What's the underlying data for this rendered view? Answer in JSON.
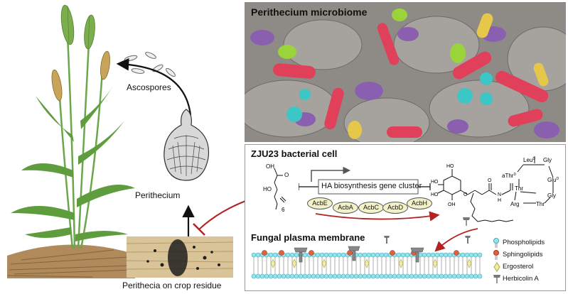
{
  "labels": {
    "ascospores": "Ascospores",
    "perithecium": "Perithecium",
    "perithecia_crop": "Perithecia on crop residue"
  },
  "microbiome": {
    "title": "Perithecium microbiome"
  },
  "cell": {
    "title": "ZJU23 bacterial cell",
    "gene_cluster": "HA biosynthesis gene cluster",
    "genes": [
      "AcbE",
      "AcbA",
      "AcbC",
      "AcbD",
      "AcbH"
    ],
    "fatty_acid": {
      "oh1": "OH",
      "o": "O",
      "ho": "HO",
      "n": "6"
    },
    "sugar": {
      "oh": "OH",
      "ho_top": "HO",
      "ho_left": "HO",
      "ho_mid": "HO",
      "o": "O"
    },
    "amide": {
      "o": "O",
      "n": "N",
      "h": "H"
    },
    "peptide": {
      "leu": "Leu",
      "leu_sup": "D",
      "gly_top": "Gly",
      "athr": "aThr",
      "athr_sup": "D",
      "glu": "Glu",
      "glu_sup": "D",
      "thr_left": "Thr",
      "gly_right": "Gly",
      "arg": "Arg",
      "thr_bottom": "Thr"
    }
  },
  "membrane": {
    "title": "Fungal plasma membrane",
    "legend": [
      "Phospholipids",
      "Sphingolipids",
      "Ergosterol",
      "Herbicolin A"
    ]
  },
  "colors": {
    "arrow_black": "#111111",
    "inhibit_red": "#b22222",
    "gene_box_fill": "#f3f1c6",
    "bacteria_red": "#e0405a",
    "bacteria_purple": "#8a5fb0",
    "bacteria_cyan": "#3cc6c6",
    "bacteria_yellow": "#e5c84a",
    "bacteria_green": "#9bd33a",
    "phospholipid_head": "#8fe6ef",
    "sphingolipid_head": "#e06040",
    "ergosterol": "#f2eea0"
  },
  "icons": [
    "wheat-plant-illustration",
    "ascospore-icon",
    "perithecium-icon",
    "crop-residue-photo",
    "sem-micrograph",
    "herbicolin-icon"
  ]
}
